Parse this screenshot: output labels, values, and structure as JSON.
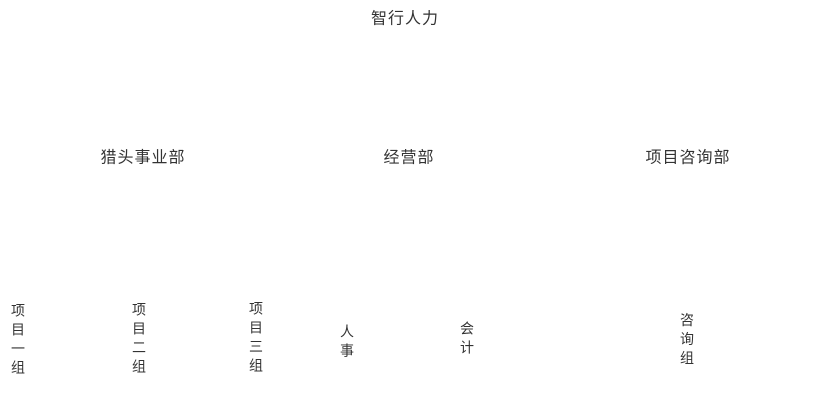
{
  "org_chart": {
    "type": "tree",
    "root": {
      "label": "智行人力"
    },
    "departments": [
      {
        "label": "猎头事业部",
        "teams": [
          {
            "label": "项目一组"
          },
          {
            "label": "项目二组"
          },
          {
            "label": "项目三组"
          }
        ]
      },
      {
        "label": "经营部",
        "teams": [
          {
            "label": "人事"
          },
          {
            "label": "会计"
          }
        ]
      },
      {
        "label": "项目咨询部",
        "teams": [
          {
            "label": "咨询组"
          }
        ]
      }
    ]
  }
}
